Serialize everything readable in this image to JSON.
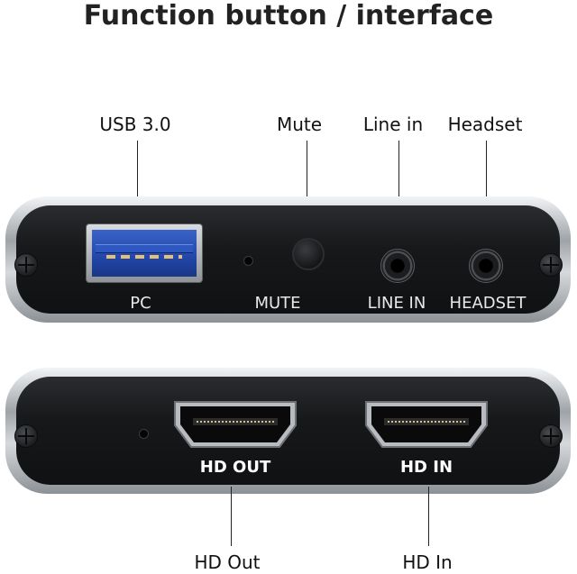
{
  "title": "Function button / interface",
  "callouts_top": {
    "usb": "USB 3.0",
    "mute": "Mute",
    "line_in": "Line in",
    "headset": "Headset"
  },
  "callouts_bottom": {
    "hd_out": "HD Out",
    "hd_in": "HD In"
  },
  "panel_top_labels": {
    "pc": "PC",
    "mute": "MUTE",
    "line_in": "LINE IN",
    "headset": "HEADSET"
  },
  "panel_bottom_labels": {
    "hd_out": "HD OUT",
    "hd_in": "HD IN"
  },
  "colors": {
    "usb_blue": "#2246a8",
    "device_body": "#16181a",
    "frame_silver": "#c9cdd1"
  }
}
